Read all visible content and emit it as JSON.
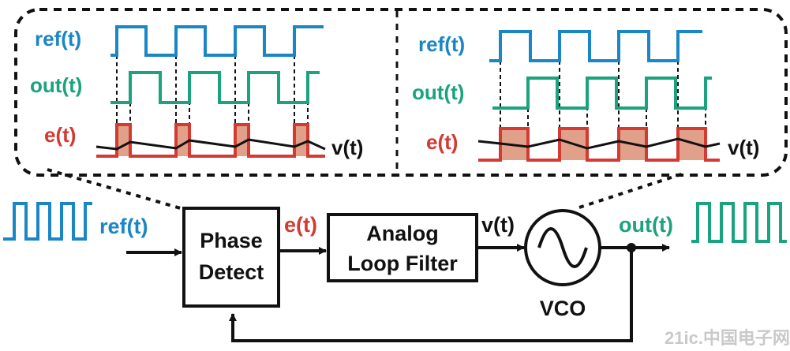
{
  "colors": {
    "ref": "#1a86c6",
    "out": "#1aa37e",
    "err": "#d33b32",
    "err_fill": "#e0a08a",
    "black": "#111111",
    "watermark": "#c9c9c9"
  },
  "panel_left": {
    "ref_label": "ref(t)",
    "out_label": "out(t)",
    "e_label": "e(t)",
    "v_label": "v(t)"
  },
  "panel_right": {
    "ref_label": "ref(t)",
    "out_label": "out(t)",
    "e_label": "e(t)",
    "v_label": "v(t)"
  },
  "blocks": {
    "phase_detect": [
      "Phase",
      "Detect"
    ],
    "loop_filter": [
      "Analog",
      "Loop Filter"
    ],
    "vco": "VCO"
  },
  "signals": {
    "ref": "ref(t)",
    "e": "e(t)",
    "v": "v(t)",
    "out": "out(t)"
  },
  "watermark": "21ic.中国电子网"
}
